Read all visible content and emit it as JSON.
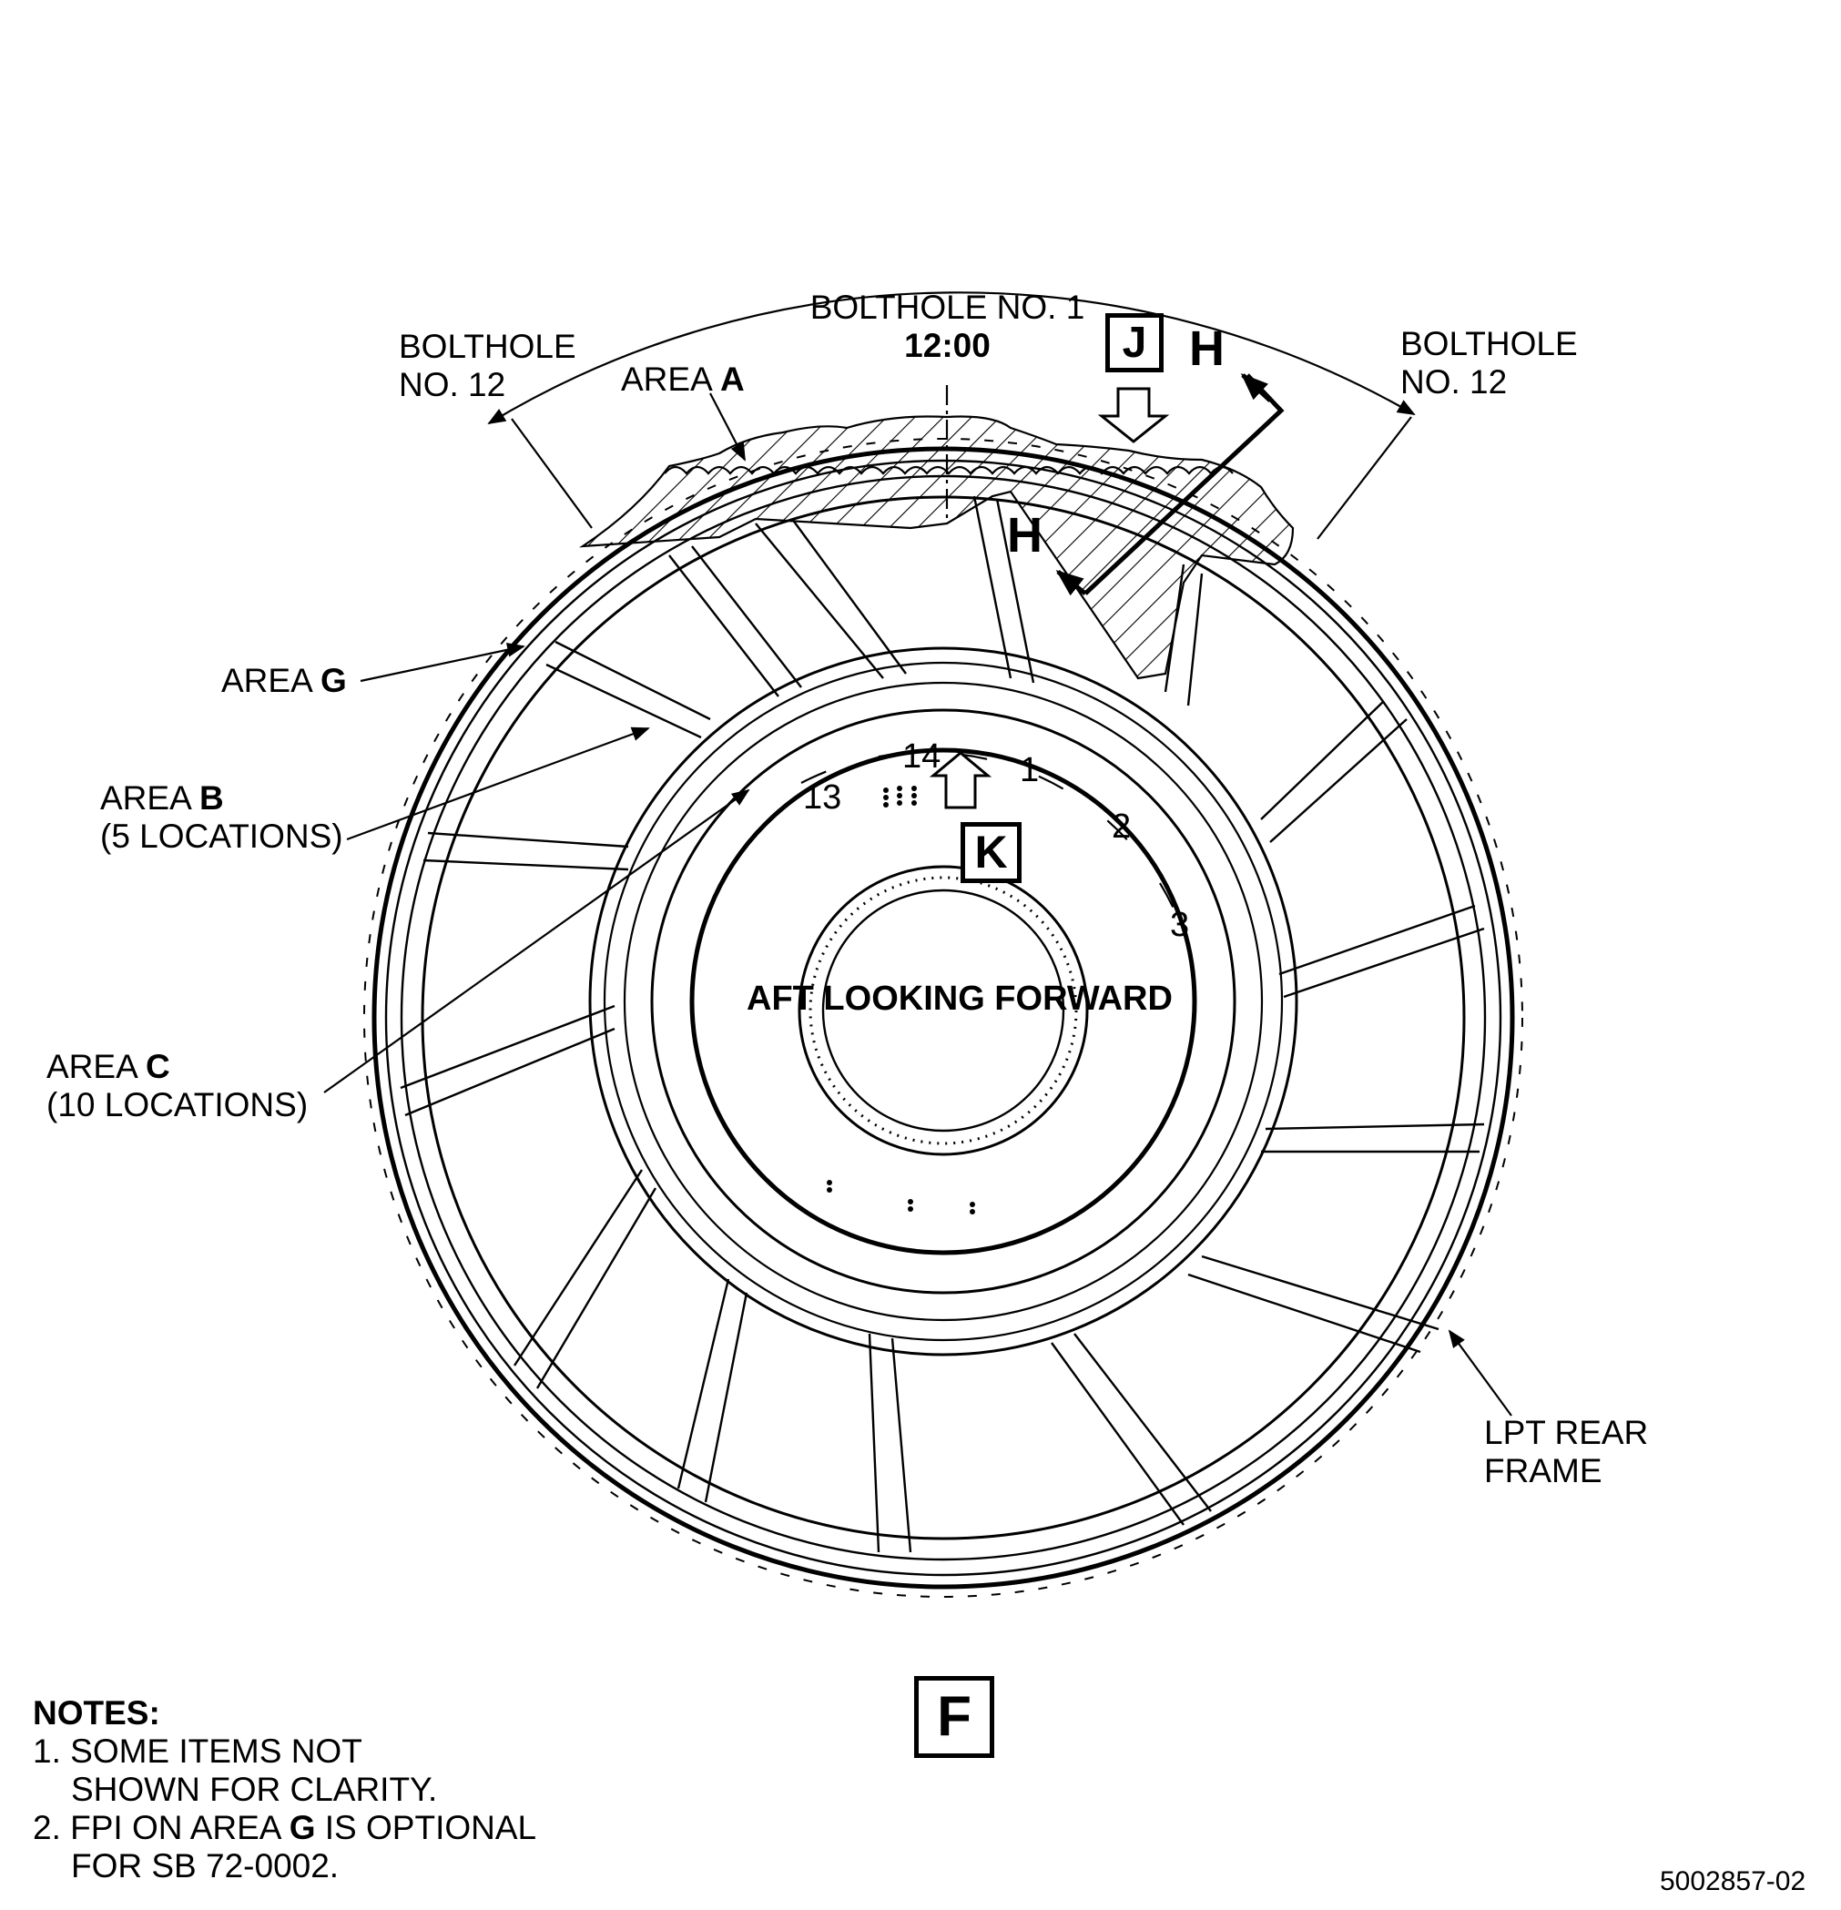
{
  "labels": {
    "bolthole_left_line1": "BOLTHOLE",
    "bolthole_left_line2": "NO. 12",
    "bolthole_top_line1": "BOLTHOLE NO. 1",
    "bolthole_top_line2": "12:00",
    "bolthole_right_line1": "BOLTHOLE",
    "bolthole_right_line2": "NO. 12",
    "area_a_prefix": "AREA ",
    "area_a_letter": "A",
    "area_g_prefix": "AREA ",
    "area_g_letter": "G",
    "area_b_prefix": "AREA ",
    "area_b_letter": "B",
    "area_b_count": "(5 LOCATIONS)",
    "area_c_prefix": "AREA ",
    "area_c_letter": "C",
    "area_c_count": "(10 LOCATIONS)",
    "lpt_line1": "LPT REAR",
    "lpt_line2": "FRAME",
    "view_caption": "AFT LOOKING FORWARD"
  },
  "section_marks": {
    "top": "H",
    "bottom": "H"
  },
  "view_boxes": {
    "j": "J",
    "k": "K",
    "f": "F"
  },
  "strut_numbers": [
    "14",
    "1",
    "13",
    "2",
    "3"
  ],
  "notes": {
    "heading": "NOTES:",
    "n1_line1": "1. SOME ITEMS NOT",
    "n1_line2": "SHOWN FOR CLARITY.",
    "n2_prefix": "2. FPI ON AREA ",
    "n2_letter": "G",
    "n2_suffix": " IS OPTIONAL",
    "n2_line2": "FOR SB 72-0002."
  },
  "figure_id": "5002857-02"
}
